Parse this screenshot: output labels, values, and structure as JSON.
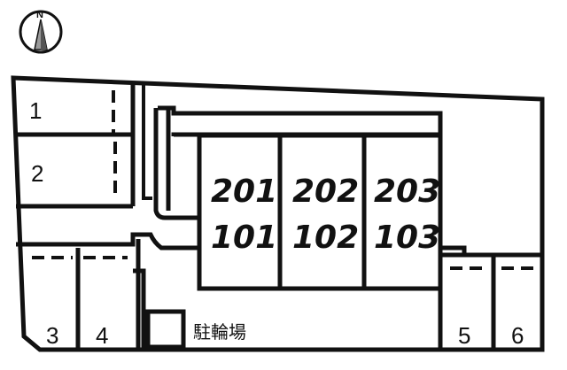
{
  "compass": {
    "label": "N"
  },
  "parking": [
    {
      "id": "1"
    },
    {
      "id": "2"
    },
    {
      "id": "3"
    },
    {
      "id": "4"
    },
    {
      "id": "5"
    },
    {
      "id": "6"
    }
  ],
  "units": [
    {
      "upper": "201",
      "lower": "101"
    },
    {
      "upper": "202",
      "lower": "102"
    },
    {
      "upper": "203",
      "lower": "103"
    }
  ],
  "bicycle_parking": {
    "label": "駐輪場"
  },
  "colors": {
    "line": "#111111",
    "background": "#ffffff",
    "compass_fill": "#888888"
  }
}
